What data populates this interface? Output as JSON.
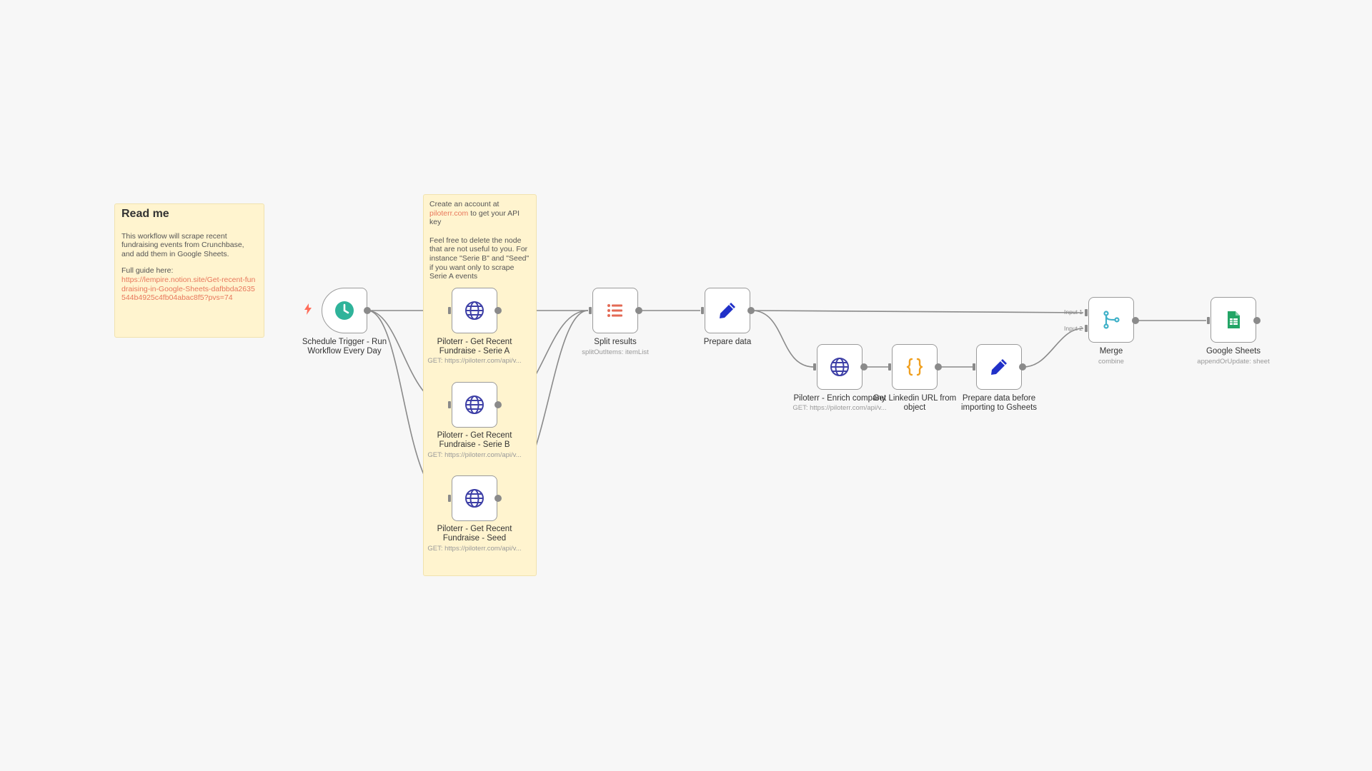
{
  "sticky_readme": {
    "title": "Read me",
    "description": "This workflow will scrape recent fundraising events from Crunchbase, and add them in Google Sheets.",
    "guide_label": "Full guide here:",
    "guide_link": "https://lempire.notion.site/Get-recent-fundraising-in-Google-Sheets-dafbbda2635544b4925c4fb04abac8f5?pvs=74"
  },
  "sticky_api": {
    "line1_prefix": "Create an account at",
    "link": "piloterr.com",
    "line1_suffix": " to get your API key",
    "line2": "Feel free to delete the node that are not useful to you. For instance \"Serie B\" and \"Seed\" if you want only to scrape Serie A events"
  },
  "nodes": {
    "schedule": {
      "label": "Schedule Trigger - Run Workflow Every Day",
      "icon": "clock-icon"
    },
    "serie_a": {
      "label": "Piloterr - Get Recent Fundraise - Serie A",
      "sublabel": "GET: https://piloterr.com/api/v...",
      "icon": "globe-icon"
    },
    "serie_b": {
      "label": "Piloterr - Get Recent Fundraise - Serie B",
      "sublabel": "GET: https://piloterr.com/api/v...",
      "icon": "globe-icon"
    },
    "seed": {
      "label": "Piloterr - Get Recent Fundraise - Seed",
      "sublabel": "GET: https://piloterr.com/api/v...",
      "icon": "globe-icon"
    },
    "split": {
      "label": "Split results",
      "sublabel": "splitOutItems: itemList",
      "icon": "list-icon"
    },
    "prepare": {
      "label": "Prepare data",
      "icon": "pencil-icon"
    },
    "enrich": {
      "label": "Piloterr - Enrich company",
      "sublabel": "GET: https://piloterr.com/api/v...",
      "icon": "globe-icon"
    },
    "linkedin": {
      "label": "Get Linkedin URL from object",
      "icon": "code-braces-icon"
    },
    "prepare_gs": {
      "label": "Prepare data before importing to Gsheets",
      "icon": "pencil-icon"
    },
    "merge": {
      "label": "Merge",
      "sublabel": "combine",
      "icon": "merge-icon",
      "input1": "Input 1",
      "input2": "Input 2"
    },
    "gsheets": {
      "label": "Google Sheets",
      "sublabel": "appendOrUpdate: sheet",
      "icon": "google-sheets-icon"
    }
  },
  "colors": {
    "canvas": "#f7f7f7",
    "sticky": "#fff4cf",
    "link": "#e8775b",
    "clock": "#2fb39a",
    "globe": "#3d3fa6",
    "list": "#e36a55",
    "pencil": "#2030c8",
    "braces": "#f0a020",
    "merge": "#3fb1c8",
    "sheets": "#23a566",
    "trigger_bolt": "#ff6d5a"
  }
}
